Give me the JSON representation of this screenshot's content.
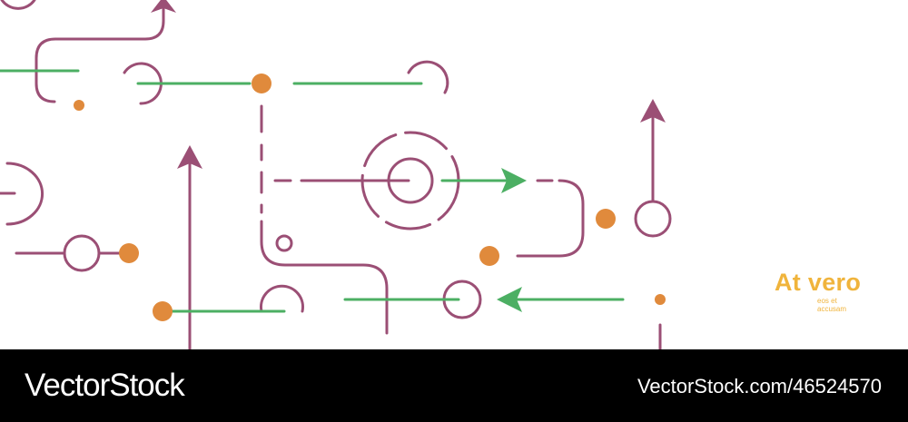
{
  "colors": {
    "background": "#ffffff",
    "line_purple": "#9b4f75",
    "line_green": "#4caf63",
    "dot_orange": "#e08a3c",
    "text_orange": "#f0b43c",
    "footer_bg": "#000000",
    "footer_text": "#ffffff"
  },
  "tagline": {
    "title": "At vero",
    "subtitle_line1": "eos et",
    "subtitle_line2": "accusam"
  },
  "footer": {
    "logo_text": "VectorStock",
    "url_text": "VectorStock.com/46524570"
  }
}
